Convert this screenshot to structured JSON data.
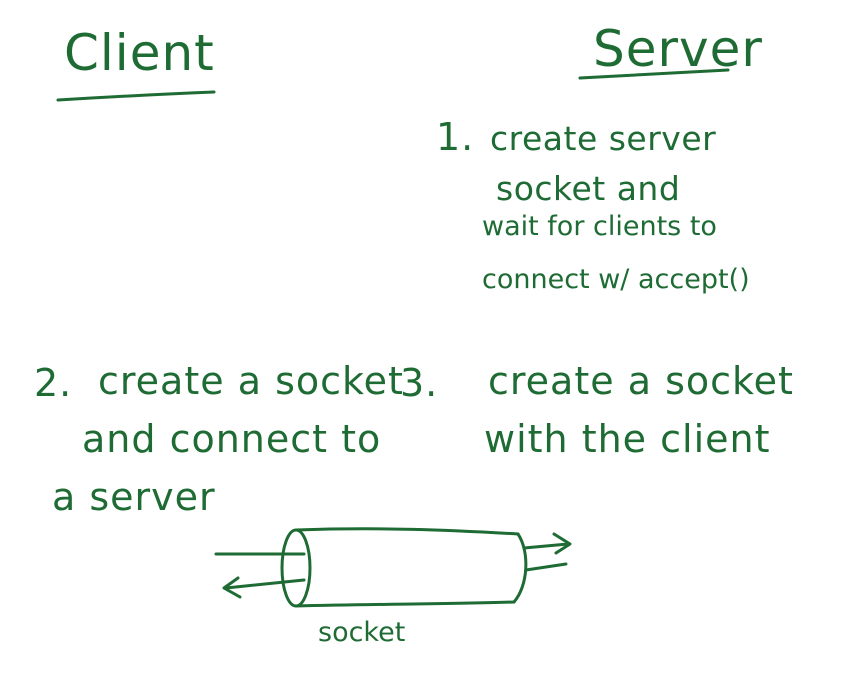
{
  "ink_color": "#1e6b34",
  "client_heading": "Client",
  "server_heading": "Server",
  "steps": {
    "step1": {
      "number": "1.",
      "lines": [
        "create server",
        "socket and",
        "wait for clients to",
        "connect w/ accept()"
      ]
    },
    "step2": {
      "number": "2.",
      "lines": [
        "create a socket",
        "and connect to",
        "a server"
      ]
    },
    "step3": {
      "number": "3.",
      "lines": [
        "create a socket",
        "with the client"
      ]
    }
  },
  "socket_label": "socket"
}
